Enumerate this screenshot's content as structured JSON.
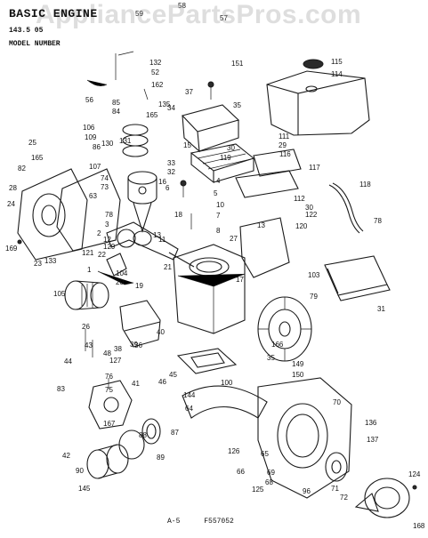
{
  "header": {
    "title": "BASIC ENGINE",
    "model_number": "143.5 05",
    "model_text": "MODEL NUMBER"
  },
  "watermark": "AppliancePartsPros.com",
  "footer": {
    "page": "A-5",
    "figure": "F557052"
  },
  "callouts": [
    "59",
    "58",
    "57",
    "132",
    "52",
    "56",
    "162",
    "151",
    "115",
    "114",
    "37",
    "85",
    "84",
    "135",
    "165",
    "34",
    "35",
    "15",
    "25",
    "106",
    "109",
    "130",
    "131",
    "86",
    "107",
    "165",
    "82",
    "28",
    "74",
    "73",
    "63",
    "24",
    "16",
    "33",
    "32",
    "5",
    "6",
    "4",
    "10",
    "7",
    "8",
    "111",
    "29",
    "30",
    "119",
    "116",
    "117",
    "118",
    "112",
    "30",
    "122",
    "78",
    "78",
    "18",
    "17",
    "3",
    "2",
    "13",
    "12",
    "11",
    "129",
    "13",
    "27",
    "120",
    "121",
    "22",
    "1",
    "21",
    "104",
    "20",
    "19",
    "105",
    "103",
    "79",
    "31",
    "169",
    "133",
    "23",
    "26",
    "43",
    "44",
    "127",
    "48",
    "38",
    "36",
    "40",
    "39",
    "45",
    "76",
    "41",
    "46",
    "83",
    "75",
    "87",
    "167",
    "88",
    "144",
    "100",
    "64",
    "166",
    "35",
    "149",
    "150",
    "70",
    "136",
    "137",
    "42",
    "89",
    "90",
    "145",
    "126",
    "65",
    "66",
    "125",
    "69",
    "68",
    "96",
    "71",
    "72",
    "124",
    "168"
  ]
}
